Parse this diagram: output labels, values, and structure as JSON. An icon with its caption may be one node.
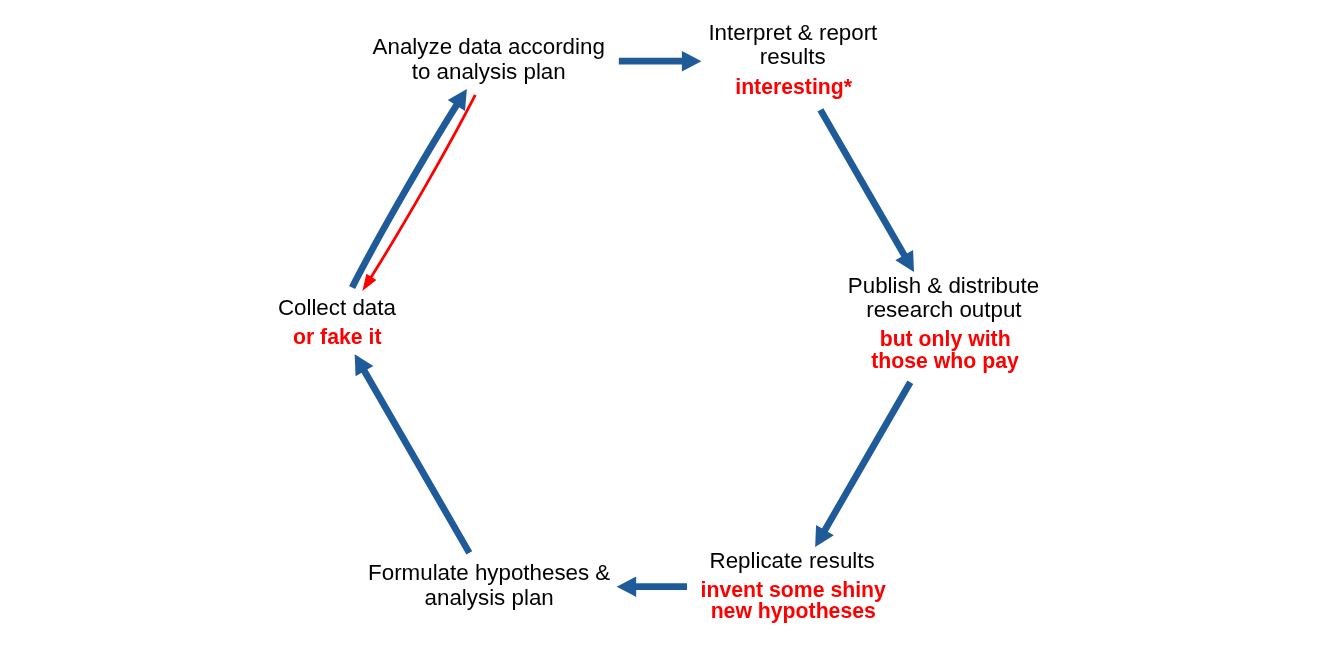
{
  "diagram": {
    "nodes": [
      {
        "text": [
          "Replicate results"
        ],
        "beside": [
          "invent some shiny new hypotheses"
        ]
      },
      {
        "text": [
          "Formulate hypotheses & analysis plan"
        ]
      },
      {
        "text": [
          "Collect data"
        ],
        "beside": [
          "or fake it"
        ]
      },
      {
        "text": [
          "Analyze data according to analysis plan"
        ]
      },
      {
        "text": [
          "Interpret & report results"
        ],
        "beside": [
          "interesting*"
        ]
      },
      {
        "text": [
          "Publish & distribute research output"
        ],
        "beside": [
          "but only with those who pay"
        ]
      }
    ],
    "edges": [
      {
        "from": 0,
        "to": 1,
        "arrow": "to"
      },
      {
        "from": 1,
        "to": 2,
        "arrow": "to"
      },
      {
        "from": 2,
        "to": 3,
        "arrow": "to"
      },
      {
        "from": 3,
        "to": 4,
        "arrow": "to"
      },
      {
        "from": 4,
        "to": 5,
        "arrow": "to"
      },
      {
        "from": 5,
        "to": 0,
        "arrow": "to"
      },
      {
        "from": 3,
        "to": 2,
        "arrow": "to",
        "color": "#ff0000"
      }
    ]
  }
}
